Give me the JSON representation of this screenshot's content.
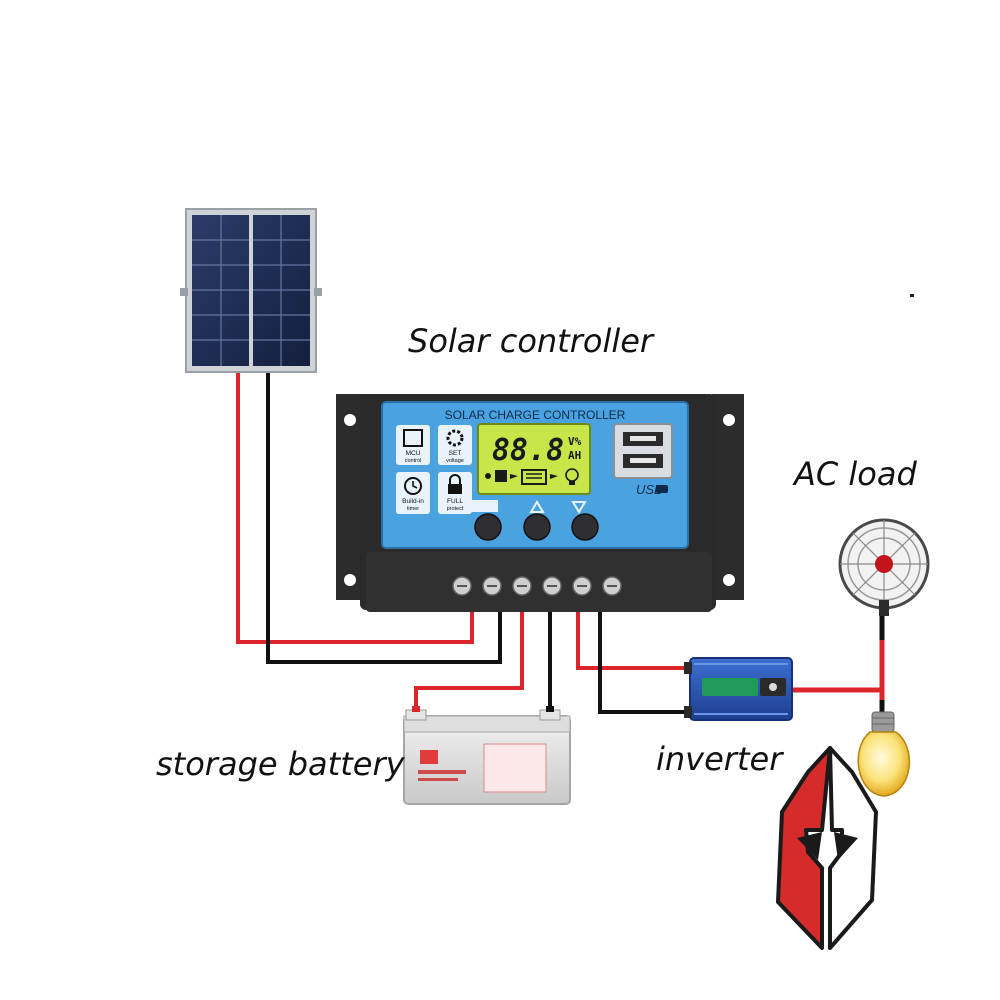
{
  "labels": {
    "solar_controller": "Solar controller",
    "ac_load": "AC load",
    "storage_battery": "storage battery",
    "inverter": "inverter"
  },
  "controller": {
    "title": "SOLAR CHARGE CONTROLLER",
    "lcd_digits": "88.8",
    "lcd_unit_top": "V%",
    "lcd_unit_bottom": "AH",
    "usb_label": "USB",
    "icons": [
      {
        "line1": "MCU",
        "line2": "control"
      },
      {
        "line1": "SET",
        "line2": "voltage"
      },
      {
        "line1": "Build-in",
        "line2": "timer"
      },
      {
        "line1": "FULL",
        "line2": "protect"
      }
    ]
  },
  "colors": {
    "wire_positive": "#d9252b",
    "wire_negative": "#111111",
    "panel_blue": "#4aa3e0",
    "lcd_green": "#c8e64a",
    "logo_red": "#d62b2b"
  }
}
